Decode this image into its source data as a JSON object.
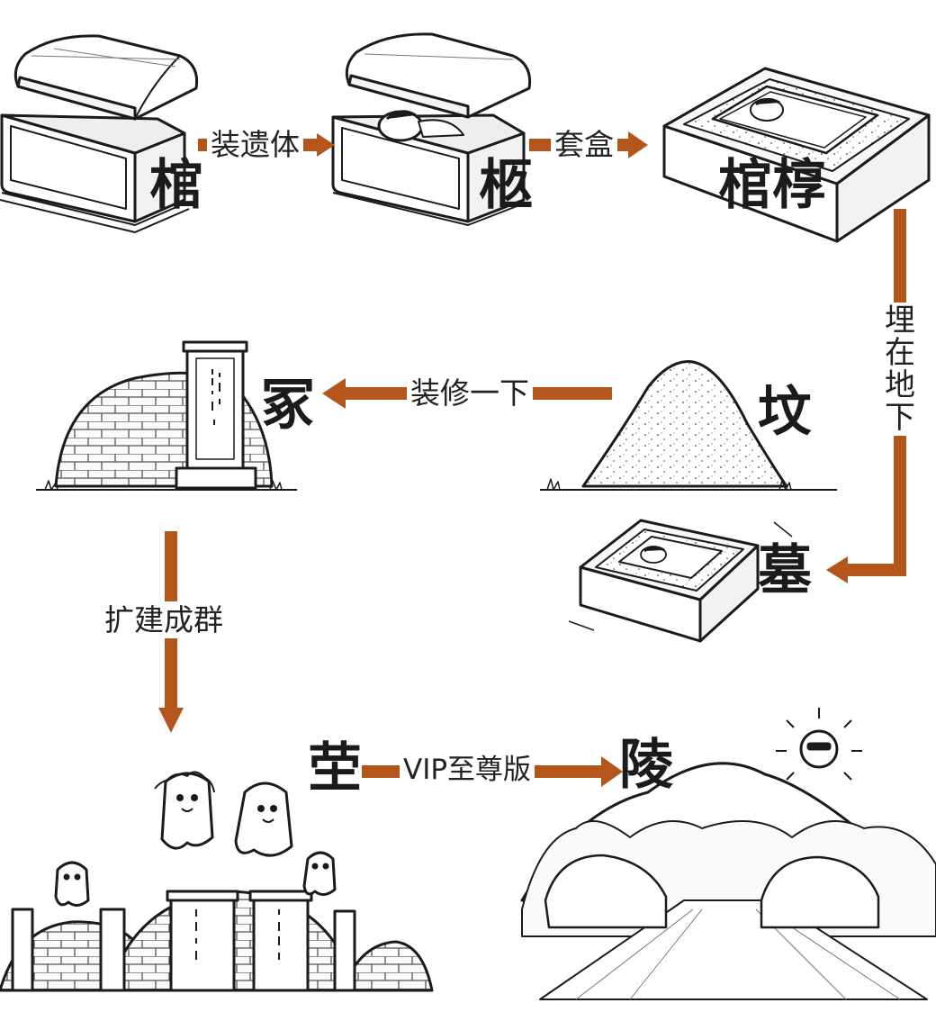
{
  "stages": {
    "guan": "棺",
    "jiu": "柩",
    "guanguo": "棺椁",
    "mu": "墓",
    "fen": "坟",
    "zhong": "冢",
    "ying": "茔",
    "ling": "陵"
  },
  "transitions": {
    "load_body": "装遗体",
    "add_box": "套盒",
    "bury": [
      "埋",
      "在",
      "地",
      "下"
    ],
    "decorate": "装修一下",
    "expand": "扩建成群",
    "vip": "VIP至尊版"
  },
  "colors": {
    "arrow": "#b4551c",
    "ink": "#1b1b1b",
    "background": "#ffffff"
  }
}
